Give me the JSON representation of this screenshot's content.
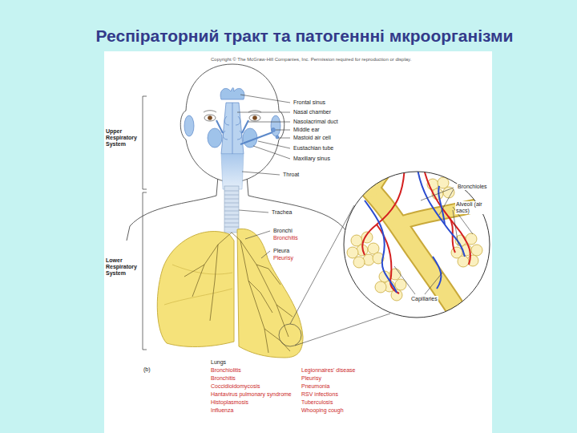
{
  "diagram": {
    "title": "Респіраторний тракт та патогеннні мкроорганізми",
    "labels": [
      "Copyright © The McGraw-Hill Companies, Inc. Permission required for reproduction or display.",
      "Upper Respiratory System",
      "Lower Respiratory System",
      "Frontal sinus",
      "Nasal chamber",
      "Nasolacrimal duct",
      "Middle ear",
      "Mastoid air cell",
      "Eustachian tube",
      "Maxillary sinus",
      "Throat",
      "Trachea",
      "Bronchi",
      "Bronchitis",
      "Pleura",
      "Pleurisy",
      "Bronchioles",
      "Alveoli (air sacs)",
      "Capillaries",
      "(b)",
      "Lungs",
      "Bronchiolitis",
      "Bronchitis",
      "Coccidioidomycosis",
      "Hantavirus pulmonary syndrome",
      "Histoplasmosis",
      "Influenza",
      "Legionnaires' disease",
      "Pleurisy",
      "Pneumonia",
      "RSV infections",
      "Tuberculosis",
      "Whooping cough"
    ]
  }
}
